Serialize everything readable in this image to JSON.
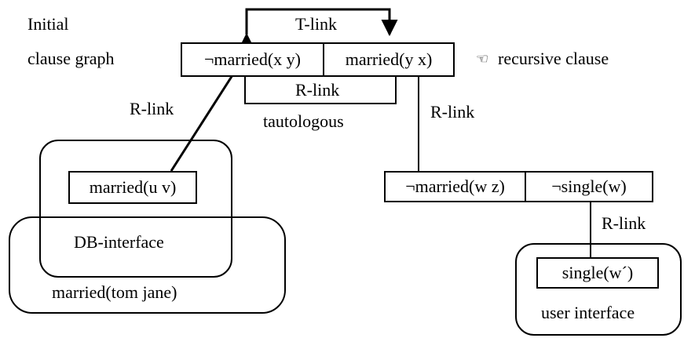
{
  "labels": {
    "title_line1": "Initial",
    "title_line2": "clause graph",
    "t_link": "T-link",
    "r_link_tautologous": "R-link",
    "tautologous": "tautologous",
    "r_link_left": "R-link",
    "r_link_middle": "R-link",
    "r_link_bottom": "R-link",
    "recursive_clause": "recursive clause",
    "db_interface": "DB-interface",
    "db_fact": "married(tom jane)",
    "user_interface": "user interface"
  },
  "icons": {
    "recursive_marker": "pointing-hand-icon"
  },
  "literals": {
    "initial_neg": "¬married(x y)",
    "initial_pos": "married(y x)",
    "db_literal": "married(u v)",
    "mid_neg_married": "¬married(w z)",
    "mid_neg_single": "¬single(w)",
    "user_literal": "single(w´)"
  },
  "colors": {
    "ink": "#000000",
    "background": "#ffffff"
  }
}
